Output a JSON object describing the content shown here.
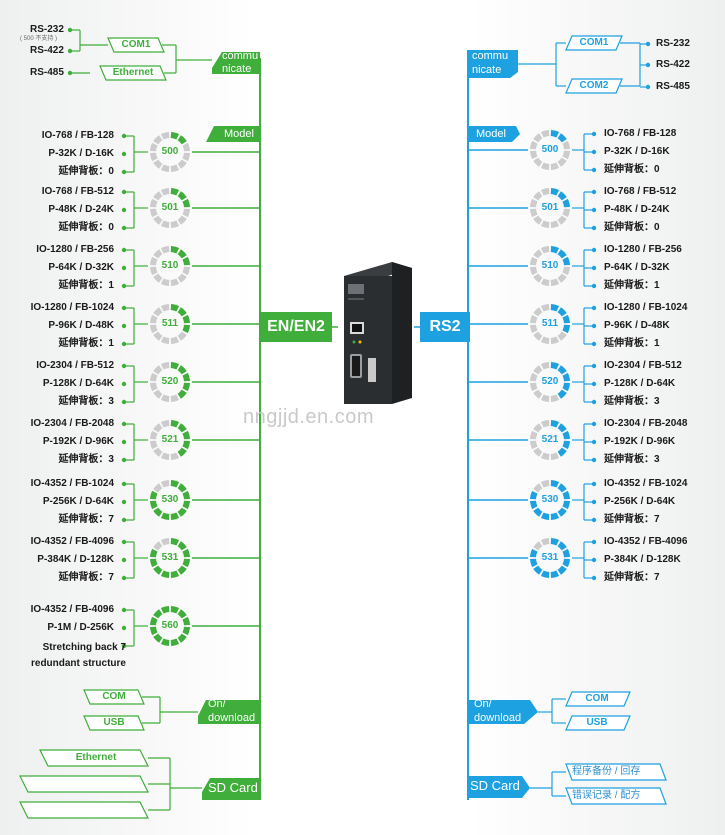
{
  "colors": {
    "green": "#3fae3a",
    "blue": "#1ea1e0",
    "gray": "#cccccc"
  },
  "center": {
    "left_label": "EN/EN2",
    "right_label": "RS2",
    "device": "controller-module"
  },
  "watermark": "nngjjd.en.com",
  "left": {
    "comm": {
      "section_label_1": "commu",
      "section_label_2": "nicate",
      "ports": [
        {
          "label": "RS-232",
          "note": "( 500 不支持 )"
        },
        {
          "label": "RS-422"
        },
        {
          "label": "RS-485"
        }
      ],
      "interfaces": [
        "COM1",
        "Ethernet"
      ]
    },
    "model_label": "Model",
    "models": [
      {
        "id": "500",
        "line1": "IO-768 / FB-128",
        "line2": "P-32K / D-16K",
        "line3": "延伸背板：0",
        "filled": 2
      },
      {
        "id": "501",
        "line1": "IO-768 / FB-512",
        "line2": "P-48K / D-24K",
        "line3": "延伸背板：0",
        "filled": 3
      },
      {
        "id": "510",
        "line1": "IO-1280 / FB-256",
        "line2": "P-64K / D-32K",
        "line3": "延伸背板：1",
        "filled": 3
      },
      {
        "id": "511",
        "line1": "IO-1280 / FB-1024",
        "line2": "P-96K / D-48K",
        "line3": "延伸背板：1",
        "filled": 4
      },
      {
        "id": "520",
        "line1": "IO-2304 / FB-512",
        "line2": "P-128K / D-64K",
        "line3": "延伸背板：3",
        "filled": 5
      },
      {
        "id": "521",
        "line1": "IO-2304 / FB-2048",
        "line2": "P-192K / D-96K",
        "line3": "延伸背板：3",
        "filled": 5
      },
      {
        "id": "530",
        "line1": "IO-4352 / FB-1024",
        "line2": "P-256K / D-64K",
        "line3": "延伸背板：7",
        "filled": 10
      },
      {
        "id": "531",
        "line1": "IO-4352 / FB-4096",
        "line2": "P-384K / D-128K",
        "line3": "延伸背板：7",
        "filled": 10
      },
      {
        "id": "560",
        "line1": "IO-4352 / FB-4096",
        "line2": "P-1M / D-256K",
        "line3": "Stretching back 7",
        "line4": "redundant structure",
        "filled": 12
      }
    ],
    "download": {
      "label_1": "On/",
      "label_2": "download",
      "items": [
        "COM",
        "USB"
      ]
    },
    "sd": {
      "label": "SD Card",
      "items": [
        "Ethernet",
        "",
        ""
      ]
    }
  },
  "right": {
    "comm": {
      "section_label_1": "commu",
      "section_label_2": "nicate",
      "ports": [
        {
          "label": "RS-232"
        },
        {
          "label": "RS-422"
        },
        {
          "label": "RS-485"
        }
      ],
      "interfaces": [
        "COM1",
        "COM2"
      ]
    },
    "model_label": "Model",
    "models": [
      {
        "id": "500",
        "line1": "IO-768 / FB-128",
        "line2": "P-32K / D-16K",
        "line3": "延伸背板：0",
        "filled": 2
      },
      {
        "id": "501",
        "line1": "IO-768 / FB-512",
        "line2": "P-48K / D-24K",
        "line3": "延伸背板：0",
        "filled": 3
      },
      {
        "id": "510",
        "line1": "IO-1280 / FB-256",
        "line2": "P-64K / D-32K",
        "line3": "延伸背板：1",
        "filled": 3
      },
      {
        "id": "511",
        "line1": "IO-1280 / FB-1024",
        "line2": "P-96K / D-48K",
        "line3": "延伸背板：1",
        "filled": 4
      },
      {
        "id": "520",
        "line1": "IO-2304 / FB-512",
        "line2": "P-128K / D-64K",
        "line3": "延伸背板：3",
        "filled": 5
      },
      {
        "id": "521",
        "line1": "IO-2304 / FB-2048",
        "line2": "P-192K / D-96K",
        "line3": "延伸背板：3",
        "filled": 5
      },
      {
        "id": "530",
        "line1": "IO-4352 / FB-1024",
        "line2": "P-256K / D-64K",
        "line3": "延伸背板：7",
        "filled": 10
      },
      {
        "id": "531",
        "line1": "IO-4352 / FB-4096",
        "line2": "P-384K / D-128K",
        "line3": "延伸背板：7",
        "filled": 10
      }
    ],
    "download": {
      "label_1": "On/",
      "label_2": "download",
      "items": [
        "COM",
        "USB"
      ]
    },
    "sd": {
      "label": "SD Card",
      "items": [
        "程序备份 / 回存",
        "错误记录 / 配方"
      ]
    }
  }
}
